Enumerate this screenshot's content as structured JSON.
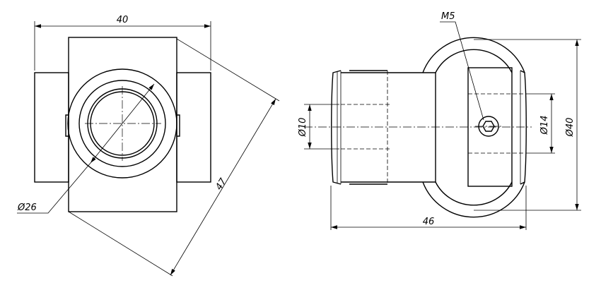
{
  "front_view": {
    "width_dim": "40",
    "diag_dim": "47",
    "bore_dim": "Ø26"
  },
  "side_view": {
    "thread_label": "M5",
    "dia10": "Ø10",
    "dia14": "Ø14",
    "dia40": "Ø40",
    "length_dim": "46"
  }
}
